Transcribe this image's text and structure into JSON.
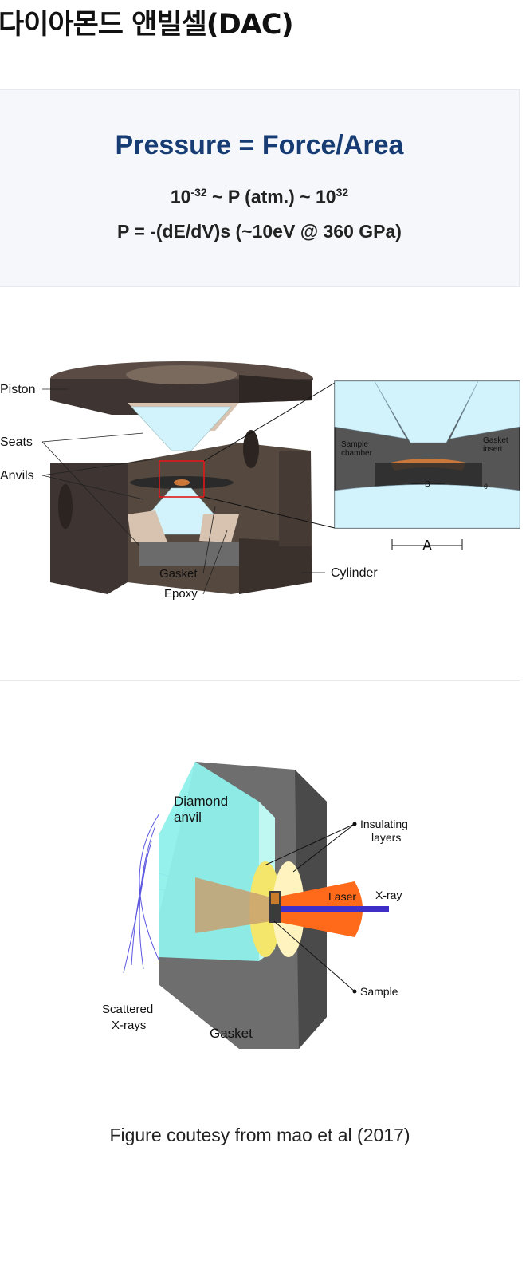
{
  "title": "다이아몬드 앤빌셀(DAC)",
  "formula": {
    "heading": "Pressure = Force/Area",
    "range_prefix": "10",
    "range_low_exp": "-32",
    "range_middle": " ~ P (atm.) ~ 10",
    "range_high_exp": "32",
    "energy_line": "P = -(dE/dV)s  (~10eV @ 360 GPa)"
  },
  "figure1": {
    "labels": {
      "piston": "Piston",
      "seats": "Seats",
      "anvils": "Anvils",
      "gasket": "Gasket",
      "epoxy": "Epoxy",
      "cylinder": "Cylinder",
      "sample_chamber_1": "Sample",
      "sample_chamber_2": "chamber",
      "gasket_insert_1": "Gasket",
      "gasket_insert_2": "insert",
      "dim_a": "A",
      "dim_b": "B",
      "theta": "θ"
    }
  },
  "figure2": {
    "labels": {
      "diamond_anvil_1": "Diamond",
      "diamond_anvil_2": "anvil",
      "insulating_1": "Insulating",
      "insulating_2": "layers",
      "laser": "Laser",
      "xray": "X-ray",
      "sample": "Sample",
      "scattered_1": "Scattered",
      "scattered_2": "X-rays",
      "gasket": "Gasket"
    }
  },
  "caption": "Figure coutesy from mao et al (2017)",
  "colors": {
    "heading_blue": "#163c73",
    "box_bg": "#f5f7fa",
    "body_dark": "#4a3f3b",
    "anvil_light": "#cdf3fb",
    "laser": "#ff6a1a",
    "xray_beam": "#3d2fc8"
  }
}
